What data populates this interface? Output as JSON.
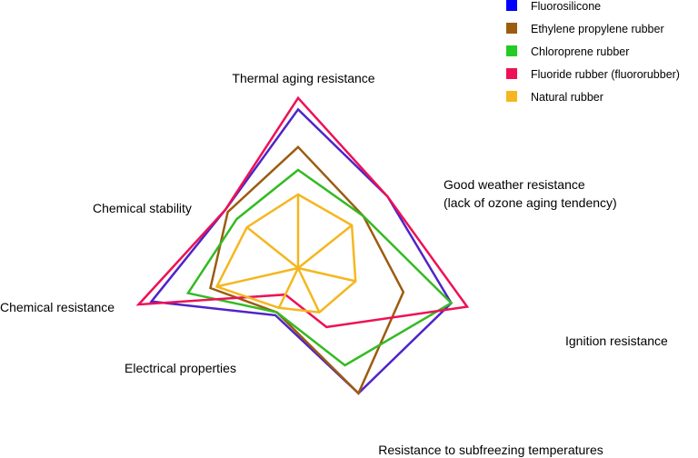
{
  "chart_data": {
    "type": "radar",
    "axes": [
      "Thermal aging resistance",
      "Good weather resistance\n(lack of ozone aging tendency)",
      "Ignition resistance",
      "Resistance to subfreezing temperatures",
      "Electrical properties",
      "Chemical resistance",
      "Chemical stability"
    ],
    "scale": [
      0,
      10
    ],
    "grid": false,
    "legend": "top-right",
    "series": [
      {
        "name": "Fluorosilicone",
        "color": "#4f24c8",
        "values": [
          9.7,
          7.0,
          9.6,
          8.5,
          3.2,
          9.2,
          5.7
        ]
      },
      {
        "name": "Ethylene propylene rubber",
        "color": "#9c5c10",
        "values": [
          7.4,
          5.1,
          6.6,
          8.5,
          3.0,
          5.5,
          5.5
        ]
      },
      {
        "name": "Chloroprene rubber",
        "color": "#33bb22",
        "values": [
          6.0,
          5.1,
          9.6,
          6.6,
          3.0,
          6.9,
          4.8
        ]
      },
      {
        "name": "Fluoride rubber (fluororubber)",
        "color": "#ee1155",
        "values": [
          10.4,
          7.0,
          10.6,
          4.0,
          1.8,
          10.0,
          5.7
        ]
      },
      {
        "name": "Natural rubber",
        "color": "#f4b71f",
        "values": [
          4.5,
          4.2,
          3.6,
          3.0,
          2.7,
          5.1,
          4.0
        ]
      }
    ],
    "legend_swatch_colors": [
      "#0000ff",
      "#9c5c10",
      "#22cc22",
      "#ee1155",
      "#f4b71f"
    ]
  }
}
